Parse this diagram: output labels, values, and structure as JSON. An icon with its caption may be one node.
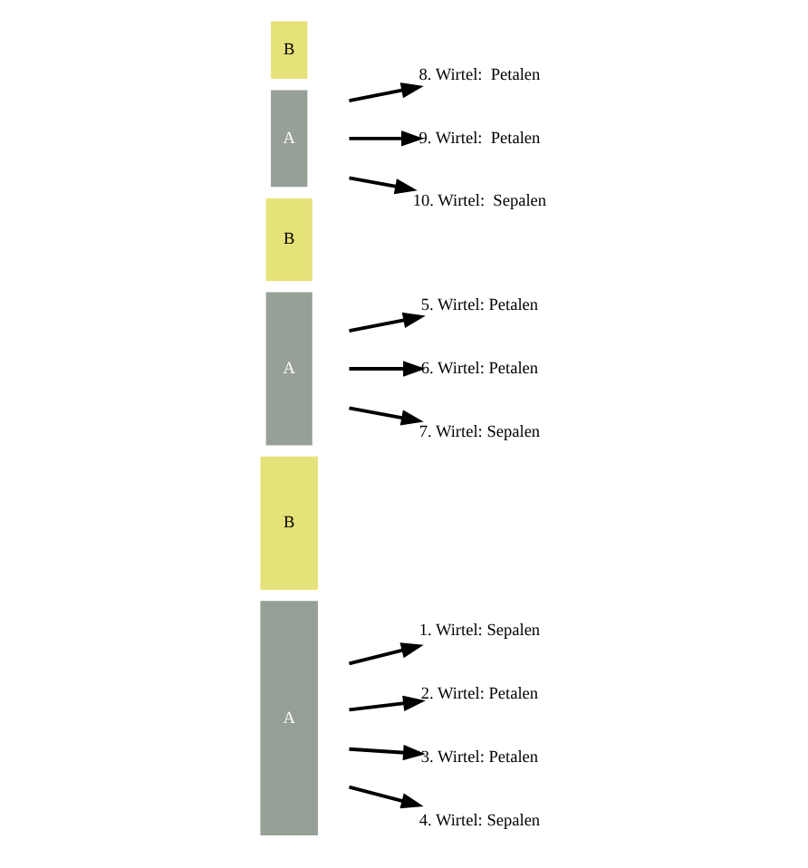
{
  "diagram": {
    "nodes": [
      {
        "text": [
          "B"
        ]
      },
      {
        "text": [
          "A"
        ]
      },
      {
        "text": [
          "1. Wirtel: Sepalen"
        ]
      },
      {
        "text": [
          "2. Wirtel: Petalen"
        ]
      },
      {
        "text": [
          "3. Wirtel: Petalen"
        ]
      },
      {
        "text": [
          "4. Wirtel: Sepalen"
        ]
      },
      {
        "text": [
          "B"
        ]
      },
      {
        "text": [
          "A"
        ]
      },
      {
        "text": [
          "5. Wirtel: Petalen"
        ]
      },
      {
        "text": [
          "6. Wirtel: Petalen"
        ]
      },
      {
        "text": [
          "7. Wirtel: Sepalen"
        ]
      },
      {
        "text": [
          "B"
        ]
      },
      {
        "text": [
          "A"
        ]
      },
      {
        "text": [
          "8. Wirtel:  Petalen"
        ]
      },
      {
        "text": [
          "9. Wirtel:  Petalen"
        ]
      },
      {
        "text": [
          "10. Wirtel:  Sepalen"
        ]
      }
    ],
    "edges": [
      {
        "from": null,
        "to": 2,
        "arrow": "to"
      },
      {
        "from": null,
        "to": 3,
        "arrow": "to"
      },
      {
        "from": null,
        "to": 4,
        "arrow": "to"
      },
      {
        "from": null,
        "to": 5,
        "arrow": "to"
      },
      {
        "from": null,
        "to": 8,
        "arrow": "to"
      },
      {
        "from": null,
        "to": 9,
        "arrow": "to"
      },
      {
        "from": null,
        "to": 10,
        "arrow": "to"
      },
      {
        "from": null,
        "to": 13,
        "arrow": "to"
      },
      {
        "from": null,
        "to": 14,
        "arrow": "to"
      },
      {
        "from": null,
        "to": 15,
        "arrow": "to"
      }
    ]
  }
}
